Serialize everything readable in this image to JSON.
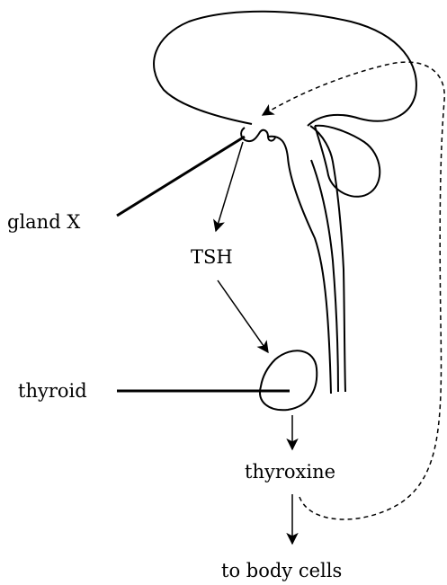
{
  "labels": {
    "gland": "gland X",
    "hormone": "TSH",
    "thyroid": "thyroid",
    "output_hormone": "thyroxine",
    "destination": "to body cells"
  }
}
